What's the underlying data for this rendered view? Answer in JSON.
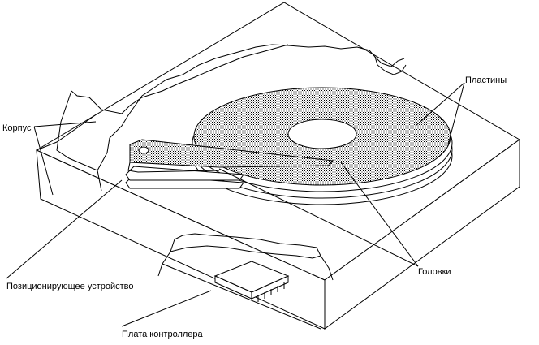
{
  "labels": {
    "case": "Корпус",
    "platters": "Пластины",
    "heads": "Головки",
    "positioner": "Позиционирующее устройство",
    "controller_board": "Плата контроллера"
  }
}
